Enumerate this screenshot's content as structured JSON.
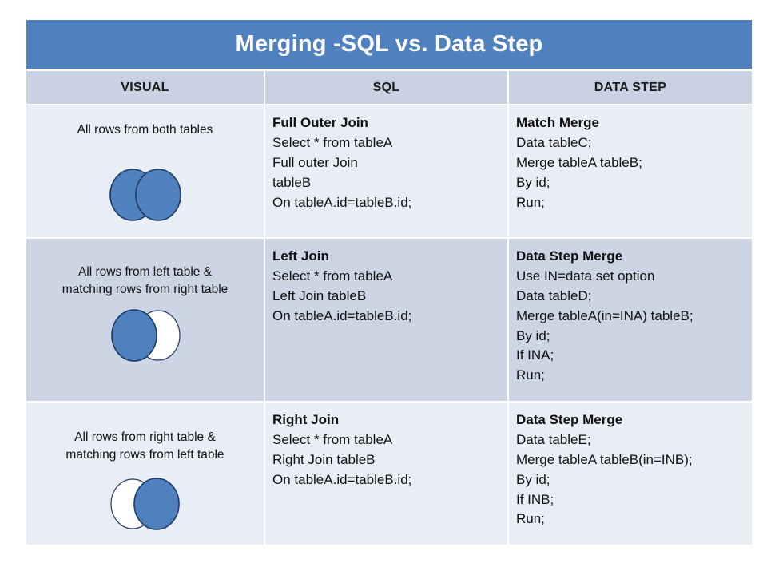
{
  "title": "Merging -SQL vs. Data Step",
  "colors": {
    "banner": "#4E81BE",
    "header_row": "#C9D2E3",
    "row_light": "#E9EDF5",
    "row_dark": "#CDD5E5",
    "circle_fill": "#4E81BE",
    "circle_stroke": "#1F3864",
    "circle_empty": "#FFFFFF"
  },
  "header": {
    "visual": "VISUAL",
    "sql": "SQL",
    "data_step": "DATA STEP"
  },
  "rows": [
    {
      "shade": "light",
      "visual": {
        "caption_line1": "All rows from both tables",
        "caption_line2": "",
        "diagram": "venn-full-outer-join",
        "left_filled": true,
        "right_filled": true
      },
      "sql": {
        "heading": "Full Outer Join",
        "lines": [
          "Select * from tableA",
          "Full outer Join",
          "tableB",
          "On tableA.id=tableB.id;"
        ]
      },
      "data_step": {
        "heading": "Match Merge",
        "lines": [
          "Data tableC;",
          "Merge tableA tableB;",
          "By id;",
          "Run;"
        ]
      }
    },
    {
      "shade": "dark",
      "visual": {
        "caption_line1": "All rows from left table &",
        "caption_line2": "matching rows from right table",
        "diagram": "venn-left-join",
        "left_filled": true,
        "right_filled": false
      },
      "sql": {
        "heading": "Left Join",
        "lines": [
          "Select * from tableA",
          "Left Join tableB",
          "On tableA.id=tableB.id;"
        ]
      },
      "data_step": {
        "heading": "Data Step Merge",
        "lines": [
          "Use IN=data set option",
          "Data tableD;",
          "Merge tableA(in=INA) tableB;",
          "By id;",
          "If INA;",
          "Run;"
        ]
      }
    },
    {
      "shade": "light",
      "visual": {
        "caption_line1": "All rows from right table &",
        "caption_line2": "matching rows from left table",
        "diagram": "venn-right-join",
        "left_filled": false,
        "right_filled": true
      },
      "sql": {
        "heading": "Right Join",
        "lines": [
          "Select * from tableA",
          "Right Join tableB",
          "On tableA.id=tableB.id;"
        ]
      },
      "data_step": {
        "heading": "Data Step Merge",
        "lines": [
          "Data tableE;",
          "Merge tableA tableB(in=INB);",
          "By id;",
          "If INB;",
          "Run;"
        ]
      }
    }
  ]
}
